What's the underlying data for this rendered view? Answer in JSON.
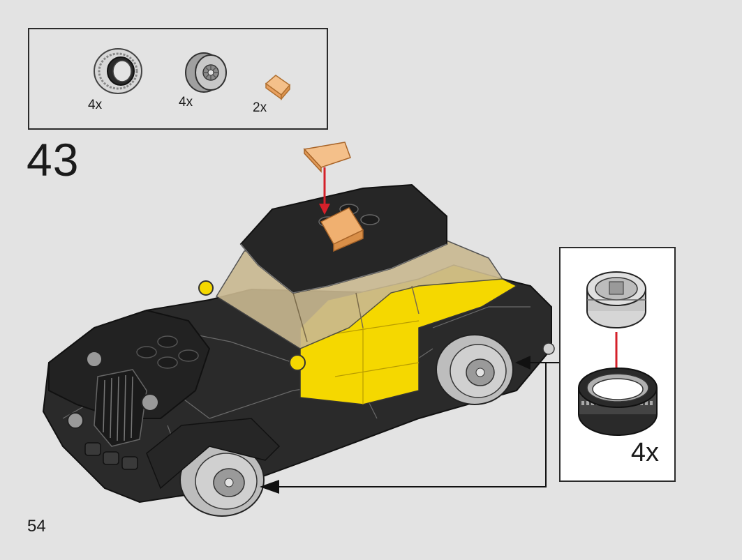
{
  "parts_list": [
    {
      "name": "tire",
      "count": "4x"
    },
    {
      "name": "wheel-rim",
      "count": "4x"
    },
    {
      "name": "trans-orange-slope",
      "count": "2x"
    }
  ],
  "step_number": "43",
  "page_number": "54",
  "subassembly": {
    "count": "4x"
  },
  "colors": {
    "background": "#e3e3e3",
    "car_body": "#2a2a2a",
    "car_accent": "#f5d800",
    "trans_orange": "#f0b070",
    "arrow_red": "#d4202a",
    "wheel_gray": "#b8b8b8"
  }
}
